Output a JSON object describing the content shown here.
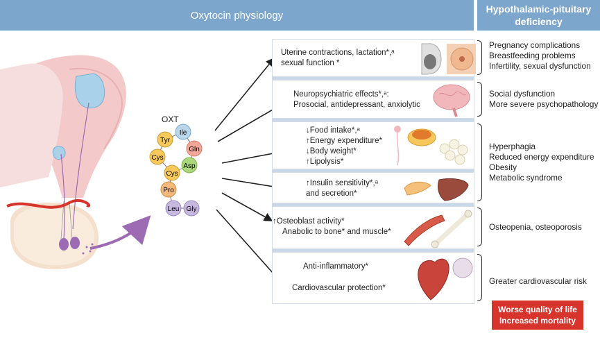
{
  "header": {
    "left_title": "Oxytocin physiology",
    "right_title_line1": "Hypothalamic-pituitary",
    "right_title_line2": "deficiency"
  },
  "molecule": {
    "label": "OXT",
    "residues": [
      "Tyr",
      "Ile",
      "Gln",
      "Asp",
      "Cys",
      "Cys",
      "Pro",
      "Leu",
      "Gly"
    ]
  },
  "effects": [
    {
      "lines": [
        "Uterine contractions, lactation*,ᵃ",
        "sexual function *"
      ]
    },
    {
      "lines": [
        "Neuropsychiatric effects*,ᵃ:",
        "Prosocial, antidepressant, anxiolytic"
      ]
    },
    {
      "lines": [
        "↓Food intake*,ᵃ",
        "↑Energy expenditure*",
        "↓Body weight*",
        "↑Lipolysis*"
      ]
    },
    {
      "lines": [
        "↑Insulin sensitivity*,ᵃ",
        "and secretion*"
      ]
    },
    {
      "lines": [
        "↑Osteoblast activity*",
        "Anabolic to bone* and muscle*"
      ]
    },
    {
      "lines": [
        "Anti-inflammatory*",
        "Cardiovascular protection*"
      ]
    }
  ],
  "deficiency": [
    {
      "lines": [
        "Pregnancy complications",
        "Breastfeeding problems",
        "Infertility, sexual dysfunction"
      ]
    },
    {
      "lines": [
        "Social dysfunction",
        "More severe psychopathology"
      ]
    },
    {
      "lines": [
        "Hyperphagia",
        "Reduced energy expenditure",
        "Obesity",
        "Metabolic syndrome"
      ]
    },
    {
      "lines": [
        "Osteopenia, osteoporosis"
      ]
    },
    {
      "lines": [
        "Greater cardiovascular risk"
      ]
    }
  ],
  "outcome": {
    "line1": "Worse quality of life",
    "line2": "Increased mortality"
  },
  "colors": {
    "header": "#7da6cc",
    "badge": "#d7342b",
    "arrow_purple": "#9c6bb3"
  },
  "icons": [
    "pituitary-illustration",
    "pregnancy-icon",
    "breast-icon",
    "brain-icon",
    "neuron-icon",
    "adipose-icon",
    "pancreas-icon",
    "liver-icon",
    "muscle-icon",
    "bone-icon",
    "heart-icon",
    "immune-cell-icon"
  ]
}
